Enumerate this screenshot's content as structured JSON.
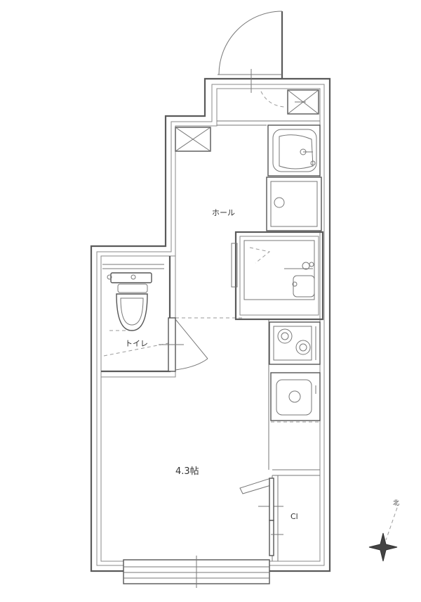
{
  "rooms": {
    "hall": "ホール",
    "toilet": "トイレ",
    "main_room": "4.3帖",
    "closet": "Cl"
  },
  "compass": {
    "north_label": "北"
  }
}
